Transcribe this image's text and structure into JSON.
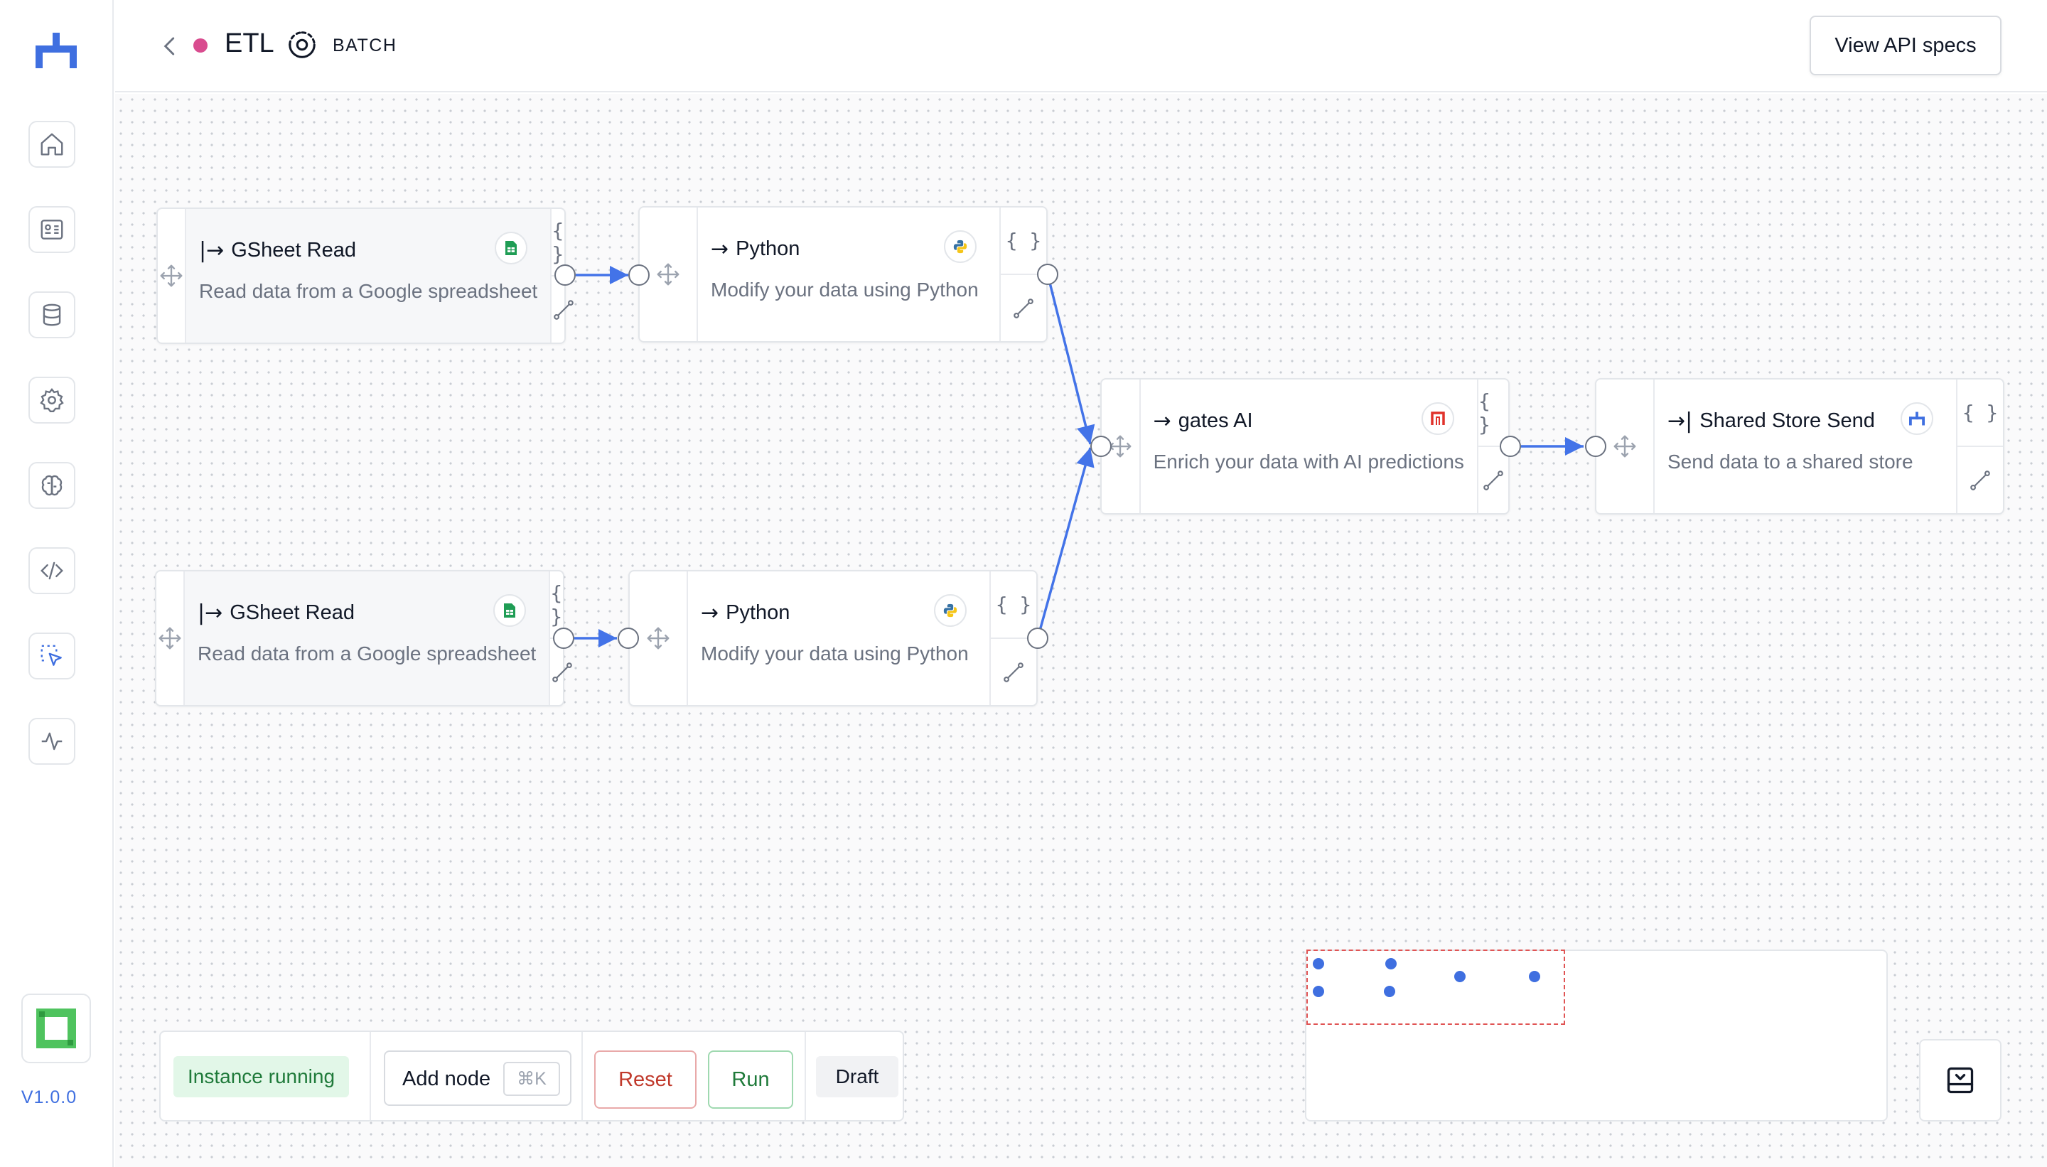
{
  "app": {
    "version": "V1.0.0",
    "accent_color": "#3f6fe0",
    "sidebar": {
      "items": [
        {
          "icon": "home-icon"
        },
        {
          "icon": "id-card-icon"
        },
        {
          "icon": "database-icon"
        },
        {
          "icon": "gear-icon"
        },
        {
          "icon": "brain-icon"
        },
        {
          "icon": "code-icon"
        },
        {
          "icon": "cursor-select-icon",
          "active": true
        },
        {
          "icon": "pulse-icon"
        }
      ]
    }
  },
  "header": {
    "title": "ETL",
    "status_color": "#d94c8f",
    "mode": "BATCH",
    "api_button": "View API specs"
  },
  "nodes": [
    {
      "id": "gsheet-read-1",
      "arrow": "|→",
      "title": "GSheet Read",
      "description": "Read data from a Google spreadsheet",
      "icon": "google-sheets-icon"
    },
    {
      "id": "python-1",
      "arrow": "→",
      "title": "Python",
      "description": "Modify your data using Python",
      "icon": "python-icon"
    },
    {
      "id": "gates-ai",
      "arrow": "→",
      "title": "gates AI",
      "description": "Enrich your data with AI predictions",
      "icon": "gates-ai-icon"
    },
    {
      "id": "shared-store-send",
      "arrow": "→|",
      "title": "Shared Store Send",
      "description": "Send data to a shared store",
      "icon": "shared-store-icon"
    },
    {
      "id": "gsheet-read-2",
      "arrow": "|→",
      "title": "GSheet Read",
      "description": "Read data from a Google spreadsheet",
      "icon": "google-sheets-icon"
    },
    {
      "id": "python-2",
      "arrow": "→",
      "title": "Python",
      "description": "Modify your data using Python",
      "icon": "python-icon"
    }
  ],
  "node_config_glyph": "{ }",
  "toolbar": {
    "status": "Instance running",
    "add_node": "Add node",
    "add_node_shortcut": "⌘K",
    "reset": "Reset",
    "run": "Run",
    "state": "Draft"
  }
}
